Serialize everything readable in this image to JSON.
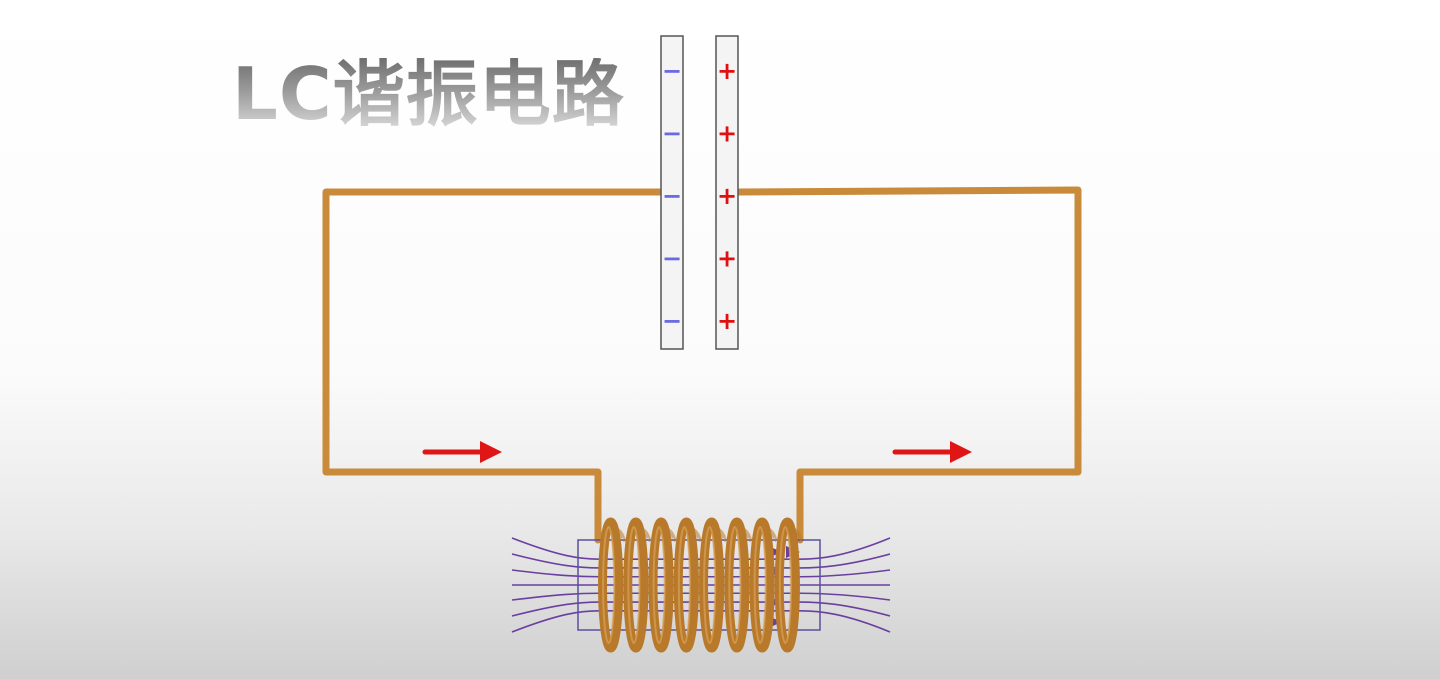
{
  "title": "LC谐振电路",
  "colors": {
    "wire": "#c98a3a",
    "coil": "#b87a2a",
    "coil_highlight": "#d9a35a",
    "field_line": "#6a3fa0",
    "core_outline": "#5a4fa0",
    "plate_fill": "#f4f4f4",
    "plate_outline": "#555555",
    "negative_charge": "#6a6ae0",
    "positive_charge": "#e01010",
    "current_arrow": "#e01515"
  },
  "capacitor": {
    "left_plate_symbol": "−",
    "right_plate_symbol": "+",
    "charges_per_plate": 5
  },
  "inductor": {
    "turns": 8,
    "field_lines": 7
  },
  "current_arrows": [
    {
      "direction": "right"
    },
    {
      "direction": "right"
    }
  ]
}
